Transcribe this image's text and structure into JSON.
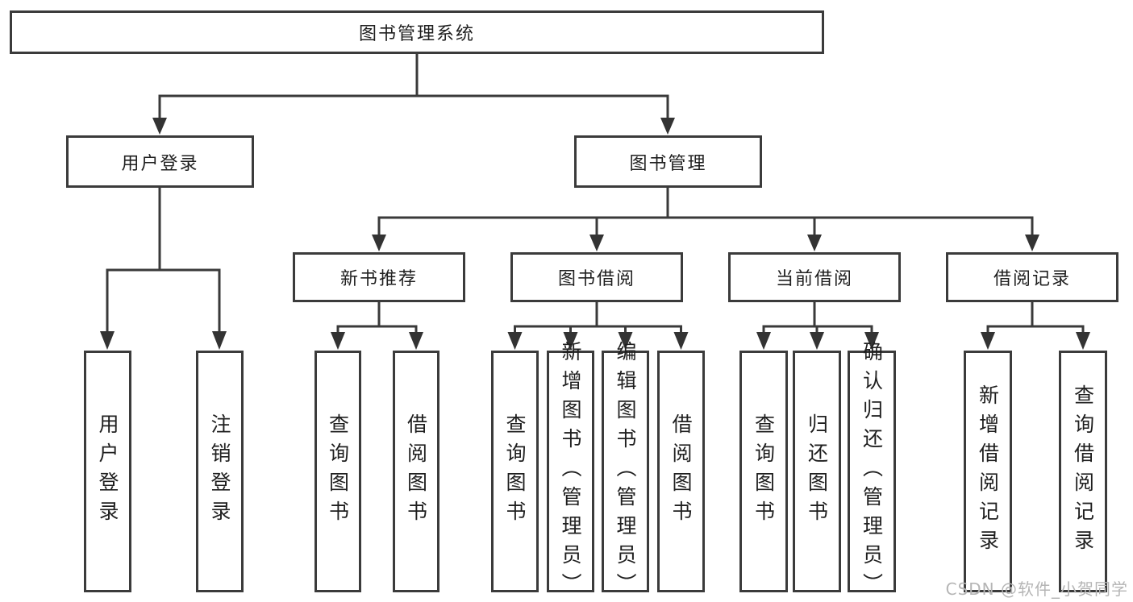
{
  "diagram": {
    "root": {
      "label": "图书管理系统"
    },
    "branches": [
      {
        "label": "用户登录",
        "children": [
          {
            "label": "用户登录"
          },
          {
            "label": "注销登录"
          }
        ]
      },
      {
        "label": "图书管理",
        "groups": [
          {
            "label": "新书推荐",
            "children": [
              {
                "label": "查询图书"
              },
              {
                "label": "借阅图书"
              }
            ]
          },
          {
            "label": "图书借阅",
            "children": [
              {
                "label": "查询图书"
              },
              {
                "label": "新增图书（管理员）"
              },
              {
                "label": "编辑图书（管理员）"
              },
              {
                "label": "借阅图书"
              }
            ]
          },
          {
            "label": "当前借阅",
            "children": [
              {
                "label": "查询图书"
              },
              {
                "label": "归还图书"
              },
              {
                "label": "确认归还（管理员）"
              }
            ]
          },
          {
            "label": "借阅记录",
            "children": [
              {
                "label": "新增借阅记录"
              },
              {
                "label": "查询借阅记录"
              }
            ]
          }
        ]
      }
    ]
  },
  "watermark": {
    "text": "CSDN @软件_小贺同学"
  },
  "colors": {
    "line": "#3a3a3a",
    "border": "#3b3b3b",
    "text": "#1f1f1f",
    "watermark": "#b5b5b5"
  }
}
